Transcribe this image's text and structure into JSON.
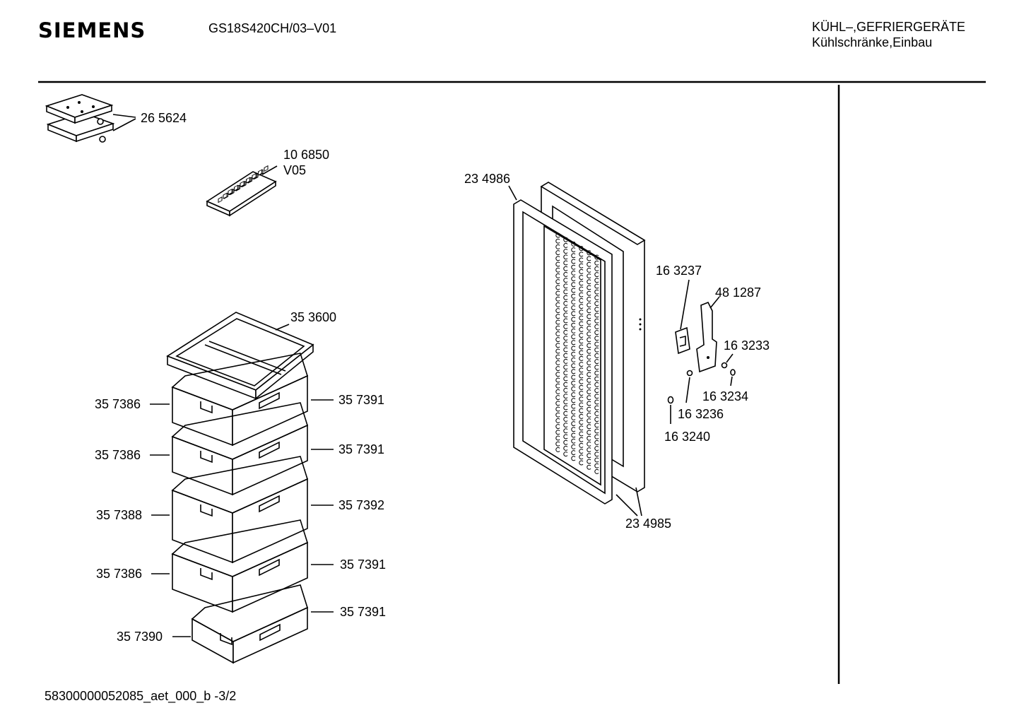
{
  "header": {
    "brand": "SIEMENS",
    "model": "GS18S420CH/03–V01",
    "category_line1": "KÜHL–,GEFRIERGERÄTE",
    "category_line2": "Kühlschränke,Einbau"
  },
  "footer": {
    "doc_id": "58300000052085_aet_000_b  -3/2"
  },
  "parts": {
    "p_265624": "26 5624",
    "p_106850": "10 6850",
    "p_v05": "V05",
    "p_234986": "23 4986",
    "p_163237": "16 3237",
    "p_481287": "48 1287",
    "p_163233": "16 3233",
    "p_163234": "16 3234",
    "p_163236": "16 3236",
    "p_163240": "16 3240",
    "p_234985": "23 4985",
    "p_353600": "35 3600",
    "left_1": "35 7386",
    "left_2": "35 7386",
    "left_3": "35 7388",
    "left_4": "35 7386",
    "left_5": "35 7390",
    "right_1": "35 7391",
    "right_2": "35 7391",
    "right_3": "35 7392",
    "right_4": "35 7391",
    "right_5": "35 7391"
  }
}
